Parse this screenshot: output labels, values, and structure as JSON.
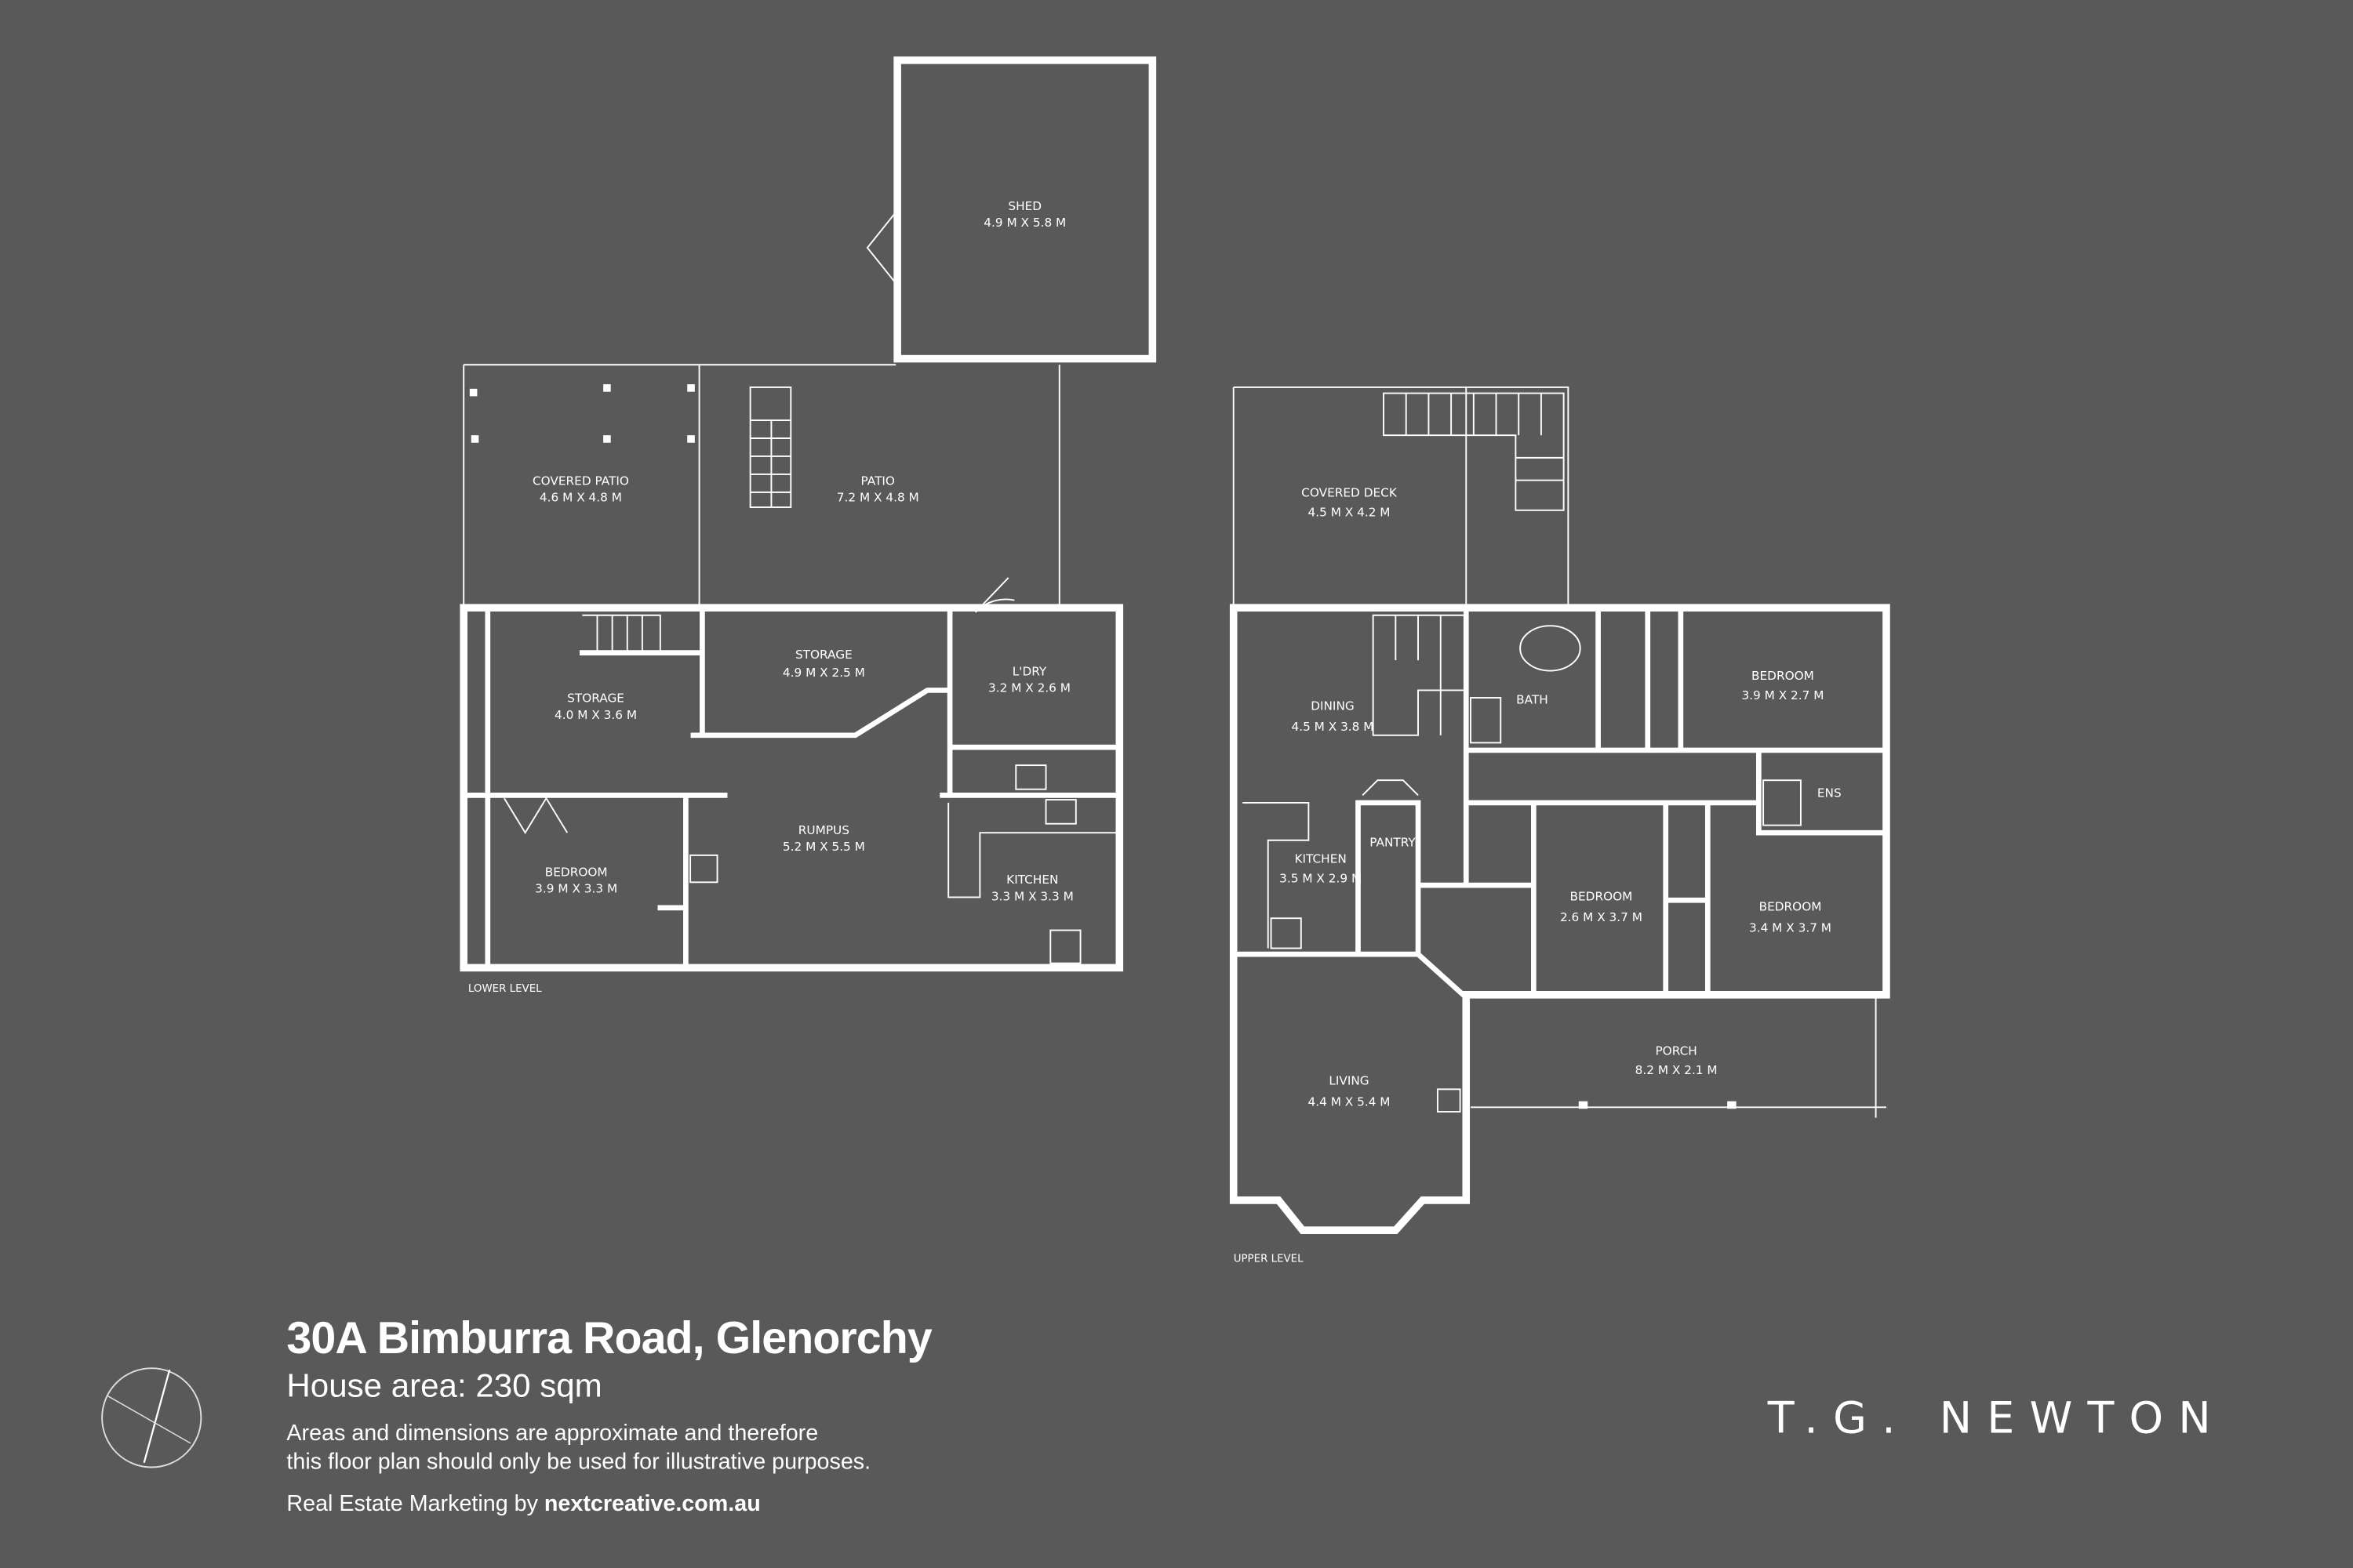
{
  "colors": {
    "background": "#595959",
    "lines": "#ffffff"
  },
  "lower_level": {
    "label": "LOWER LEVEL",
    "rooms": [
      {
        "name": "SHED",
        "size": "4.9 M X 5.8 M"
      },
      {
        "name": "COVERED PATIO",
        "size": "4.6 M X 4.8 M"
      },
      {
        "name": "PATIO",
        "size": "7.2 M X 4.8 M"
      },
      {
        "name": "STORAGE",
        "size": "4.9 M X 2.5 M"
      },
      {
        "name": "STORAGE",
        "size": "4.0 M X 3.6 M"
      },
      {
        "name": "L'DRY",
        "size": "3.2 M X 2.6 M"
      },
      {
        "name": "RUMPUS",
        "size": "5.2 M X 5.5 M"
      },
      {
        "name": "BEDROOM",
        "size": "3.9 M X 3.3 M"
      },
      {
        "name": "KITCHEN",
        "size": "3.3 M X 3.3 M"
      }
    ]
  },
  "upper_level": {
    "label": "UPPER LEVEL",
    "rooms": [
      {
        "name": "COVERED DECK",
        "size": "4.5 M X 4.2 M"
      },
      {
        "name": "DINING",
        "size": "4.5 M X 3.8 M"
      },
      {
        "name": "BATH",
        "size": ""
      },
      {
        "name": "BEDROOM",
        "size": "3.9 M X 2.7 M"
      },
      {
        "name": "ENS",
        "size": ""
      },
      {
        "name": "PANTRY",
        "size": ""
      },
      {
        "name": "KITCHEN",
        "size": "3.5 M X 2.9 M"
      },
      {
        "name": "BEDROOM",
        "size": "2.6 M X 3.7 M"
      },
      {
        "name": "BEDROOM",
        "size": "3.4 M X 3.7 M"
      },
      {
        "name": "PORCH",
        "size": "8.2 M X 2.1 M"
      },
      {
        "name": "LIVING",
        "size": "4.4 M X 5.4 M"
      }
    ]
  },
  "footer": {
    "address": "30A Bimburra Road, Glenorchy",
    "house_area": "House area: 230 sqm",
    "disclaimer_line1": "Areas and dimensions are approximate and therefore",
    "disclaimer_line2": "this floor plan should only be used for illustrative purposes.",
    "marketing_prefix": "Real Estate Marketing by ",
    "marketing_site": "nextcreative.com.au",
    "compass_icon": "compass-icon"
  },
  "brand": {
    "logo": "T.G. NEWTON"
  }
}
